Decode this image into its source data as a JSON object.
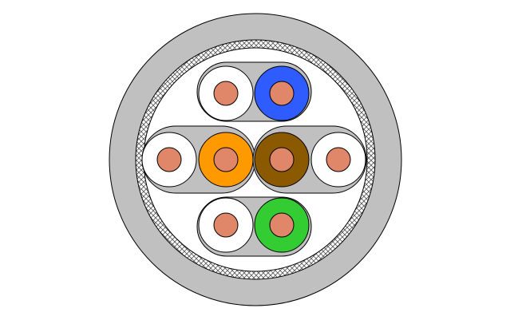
{
  "cable": {
    "jacket_color": "#c0c0c0",
    "shield_color": "#d8d8d8",
    "core_color": "#ffffff",
    "separator_color": "#c0c0c0",
    "outline_color": "#000000"
  },
  "pairs": [
    {
      "name": "blue-pair",
      "wires": [
        {
          "insulation": "#ffffff",
          "conductor": "#e0876a"
        },
        {
          "insulation": "#2f5cff",
          "conductor": "#e0876a"
        }
      ]
    },
    {
      "name": "orange-pair",
      "wires": [
        {
          "insulation": "#ffffff",
          "conductor": "#e0876a"
        },
        {
          "insulation": "#ff9900",
          "conductor": "#e0876a"
        }
      ]
    },
    {
      "name": "brown-pair",
      "wires": [
        {
          "insulation": "#8b5a00",
          "conductor": "#e0876a"
        },
        {
          "insulation": "#ffffff",
          "conductor": "#e0876a"
        }
      ]
    },
    {
      "name": "green-pair",
      "wires": [
        {
          "insulation": "#ffffff",
          "conductor": "#e0876a"
        },
        {
          "insulation": "#33cc33",
          "conductor": "#e0876a"
        }
      ]
    }
  ]
}
